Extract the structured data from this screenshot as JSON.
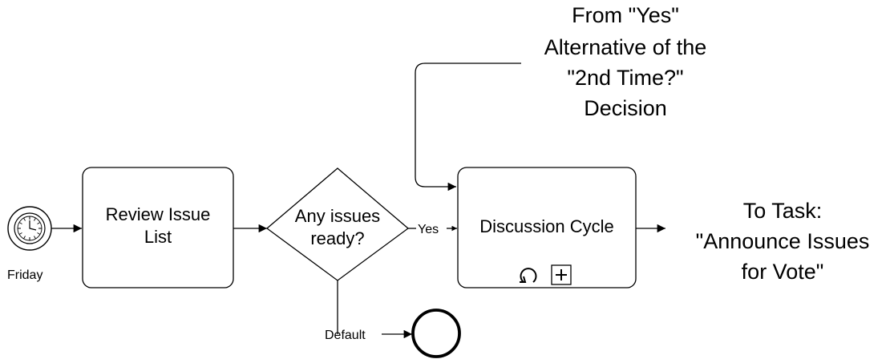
{
  "start_event": {
    "label": "Friday",
    "icon": "timer-icon"
  },
  "task_review": {
    "line1": "Review Issue",
    "line2": "List"
  },
  "gateway": {
    "line1": "Any issues",
    "line2": "ready?"
  },
  "flow_yes": {
    "label": "Yes"
  },
  "flow_default": {
    "label": "Default"
  },
  "subprocess": {
    "label": "Discussion Cycle",
    "markers": [
      "loop-marker-icon",
      "collapsed-subprocess-icon"
    ]
  },
  "annotation_from": {
    "lines": [
      "From \"Yes\"",
      "Alternative of the",
      "\"2nd Time?\"",
      "Decision"
    ]
  },
  "annotation_to": {
    "lines": [
      "To Task:",
      "\"Announce Issues",
      "for Vote\""
    ]
  },
  "end_event": {
    "icon": "end-event-icon"
  }
}
